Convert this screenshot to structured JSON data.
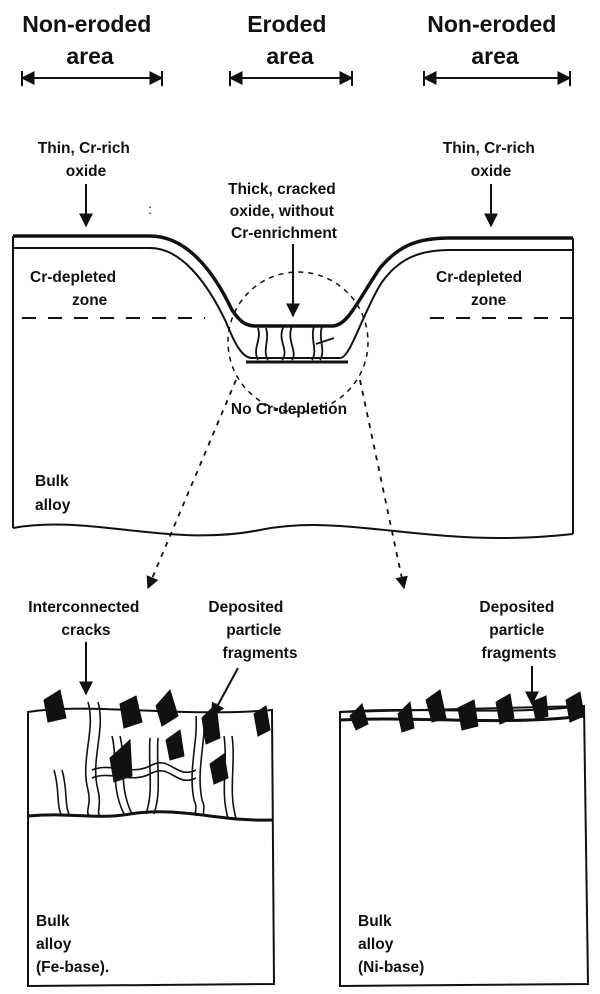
{
  "headers": {
    "left": [
      "Non-eroded",
      "area"
    ],
    "middle": [
      "Eroded",
      "area"
    ],
    "right": [
      "Non-eroded",
      "area"
    ]
  },
  "top_section": {
    "thin_oxide_left": [
      "Thin, Cr-rich",
      "oxide"
    ],
    "thin_oxide_right": [
      "Thin, Cr-rich",
      "oxide"
    ],
    "thick_oxide": [
      "Thick, cracked",
      "oxide, without",
      "Cr-enrichment"
    ],
    "cr_depleted_left": [
      "Cr-depleted",
      "zone"
    ],
    "cr_depleted_right": [
      "Cr-depleted",
      "zone"
    ],
    "no_depletion": "No Cr-depletion",
    "bulk": [
      "Bulk",
      "alloy"
    ]
  },
  "bottom_left": {
    "cracks": [
      "Interconnected",
      "cracks"
    ],
    "fragments": [
      "Deposited",
      "particle",
      "fragments"
    ],
    "bulk": [
      "Bulk",
      "alloy",
      "(Fe-base)."
    ]
  },
  "bottom_right": {
    "fragments": [
      "Deposited",
      "particle",
      "fragments"
    ],
    "bulk": [
      "Bulk",
      "alloy",
      "(Ni-base)"
    ]
  }
}
